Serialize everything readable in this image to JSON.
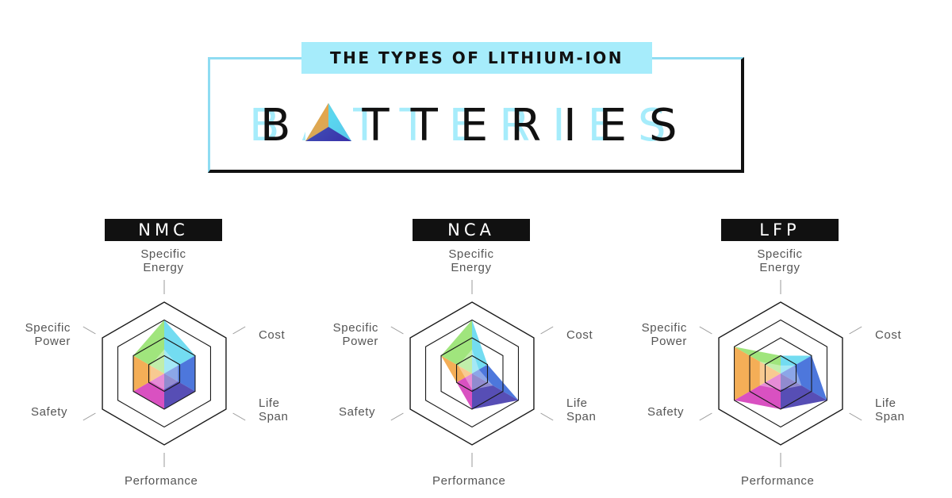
{
  "header": {
    "subtitle": "THE TYPES OF LITHIUM-ION",
    "title": "BATTERIES"
  },
  "axes": {
    "specific_energy": [
      "Specific",
      "Energy"
    ],
    "cost": "Cost",
    "life_span": [
      "Life",
      "Span"
    ],
    "performance": "Performance",
    "safety": "Safety",
    "specific_power": [
      "Specific",
      "Power"
    ]
  },
  "chart_data": [
    {
      "type": "radar",
      "title": "NMC",
      "axes": [
        "Specific Energy",
        "Cost",
        "Life Span",
        "Performance",
        "Safety",
        "Specific Power"
      ],
      "values": [
        3,
        2,
        2,
        2,
        2,
        2
      ],
      "scale_max": 4,
      "rings": 4
    },
    {
      "type": "radar",
      "title": "NCA",
      "axes": [
        "Specific Energy",
        "Cost",
        "Life Span",
        "Performance",
        "Safety",
        "Specific Power"
      ],
      "values": [
        3,
        1,
        3,
        2,
        1,
        2
      ],
      "scale_max": 4,
      "rings": 4
    },
    {
      "type": "radar",
      "title": "LFP",
      "axes": [
        "Specific Energy",
        "Cost",
        "Life Span",
        "Performance",
        "Safety",
        "Specific Power"
      ],
      "values": [
        1,
        2,
        3,
        2,
        3,
        3
      ],
      "scale_max": 4,
      "rings": 4
    }
  ],
  "colors": {
    "accent_cyan": "#8fdcf2",
    "green": "#8fe066",
    "cyan": "#5ad6ef",
    "blue": "#2e5fd6",
    "indigo": "#3a2fa8",
    "magenta": "#d233b6",
    "orange": "#f2a03a",
    "ink": "#111111"
  }
}
